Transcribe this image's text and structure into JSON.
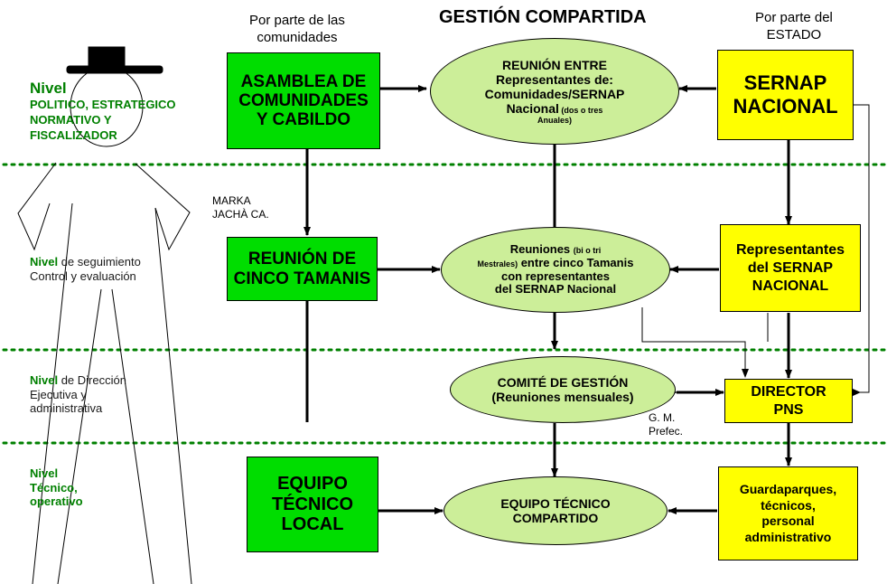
{
  "title": "GESTIÓN COMPARTIDA",
  "headers": {
    "communities": [
      "Por parte de las",
      "comunidades"
    ],
    "state": [
      "Por parte del",
      "ESTADO"
    ]
  },
  "levels": {
    "politico": {
      "word": "Nivel",
      "rest": [
        "POLITICO, ESTRATEGICO",
        "NORMATIVO Y",
        "FISCALIZADOR"
      ]
    },
    "seguimiento": {
      "word": "Nivel",
      "rest": " de seguimiento",
      "line2": "Control y evaluación"
    },
    "direccion": {
      "word": "Nivel",
      "rest": " de Dirección",
      "line2": "Ejecutiva  y",
      "line3": "administrativa"
    },
    "tecnico": {
      "word": "Nivel",
      "line2": "Técnico,",
      "line3": "operativo"
    }
  },
  "green_boxes": {
    "asamblea": [
      "ASAMBLEA DE",
      "COMUNIDADES",
      "Y CABILDO"
    ],
    "cinco_tamanis": [
      "REUNIÓN DE",
      "CINCO TAMANIS"
    ],
    "equipo_local": [
      "EQUIPO",
      "TÉCNICO",
      "LOCAL"
    ]
  },
  "yellow_boxes": {
    "sernap": [
      "SERNAP",
      "NACIONAL"
    ],
    "representantes": [
      "Representantes",
      "del SERNAP",
      "NACIONAL"
    ],
    "director": [
      "DIRECTOR",
      "PNS"
    ],
    "guardaparques": [
      "Guardaparques,",
      "técnicos,",
      "personal",
      "administrativo"
    ]
  },
  "ellipses": {
    "reunion_entre": {
      "l1": "REUNIÓN ENTRE",
      "l2": "Representantes de:",
      "l3": "Comunidades/SERNAP",
      "l4": "Nacional",
      "l4small": " (dos o tres",
      "l5small": "Anuales)"
    },
    "reuniones": {
      "l1": "Reuniones ",
      "l1small": "(bi o tri",
      "l2small": "Mestrales)",
      "l2": " entre cinco Tamanis",
      "l3": "con representantes",
      "l4": "del  SERNAP Nacional"
    },
    "comite": {
      "l1": "COMITÉ DE GESTIÓN",
      "l2": "(Reuniones mensuales)"
    },
    "equipo_compartido": {
      "l1": "EQUIPO TÉCNICO",
      "l2": "COMPARTIDO"
    }
  },
  "annotations": {
    "marka": [
      "MARKA",
      "JACHÀ CA."
    ],
    "gm": [
      "G. M.",
      "Prefec."
    ]
  },
  "colors": {
    "green_box": "#00dd00",
    "yellow_box": "#ffff00",
    "ellipse": "#ccee99",
    "level_text": "#008000",
    "dotted_line": "#008000"
  }
}
